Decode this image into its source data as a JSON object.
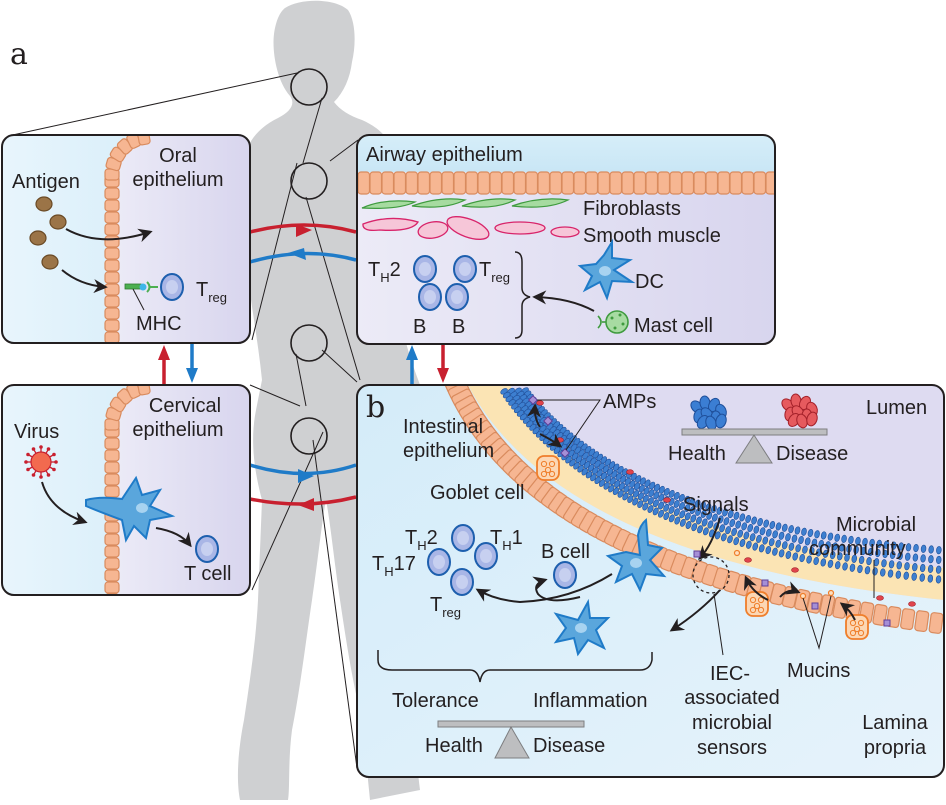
{
  "figure": {
    "panel_a_letter": "a",
    "panel_b_letter": "b",
    "colors": {
      "body": "#cfd0d2",
      "panel_blue": "#d8eef9",
      "panel_lavender": "#dedbf1",
      "epithelium": "#f6b692",
      "red_arrow": "#c8202f",
      "blue_arrow": "#1f7bc8",
      "t_cell": "#a9b6e6",
      "dc": "#5aa6dc",
      "mucus_layer": "#fbe4b4",
      "commensal_blue": "#2f6fc2",
      "pathobiont_red": "#e0444c"
    }
  },
  "oral": {
    "title_line1": "Oral",
    "title_line2": "epithelium",
    "antigen": "Antigen",
    "treg_T": "T",
    "treg_sub": "reg",
    "mhc": "MHC"
  },
  "airway": {
    "title": "Airway epithelium",
    "fibroblasts": "Fibroblasts",
    "smooth_muscle": "Smooth muscle",
    "th2_T": "T",
    "th2_sub": "H",
    "th2_num": "2",
    "treg_T": "T",
    "treg_sub": "reg",
    "b1": "B",
    "b2": "B",
    "dc": "DC",
    "mast": "Mast cell"
  },
  "cervical": {
    "title_line1": "Cervical",
    "title_line2": "epithelium",
    "virus": "Virus",
    "tcell": "T cell"
  },
  "intestinal": {
    "title_line1": "Intestinal",
    "title_line2": "epithelium",
    "amps": "AMPs",
    "lumen": "Lumen",
    "scale_top_health": "Health",
    "scale_top_disease": "Disease",
    "goblet": "Goblet cell",
    "signals": "Signals",
    "microbial_line1": "Microbial",
    "microbial_line2": "community",
    "th2_T": "T",
    "th2_sub": "H",
    "th2_num": "2",
    "th1_T": "T",
    "th1_sub": "H",
    "th1_num": "1",
    "th17_T": "T",
    "th17_sub": "H",
    "th17_num": "17",
    "treg_T": "T",
    "treg_sub": "reg",
    "bcell": "B cell",
    "tolerance": "Tolerance",
    "inflammation": "Inflammation",
    "scale_bottom_health": "Health",
    "scale_bottom_disease": "Disease",
    "iec_line1": "IEC-",
    "iec_line2": "associated",
    "iec_line3": "microbial",
    "iec_line4": "sensors",
    "mucins": "Mucins",
    "lamina_line1": "Lamina",
    "lamina_line2": "propria"
  }
}
